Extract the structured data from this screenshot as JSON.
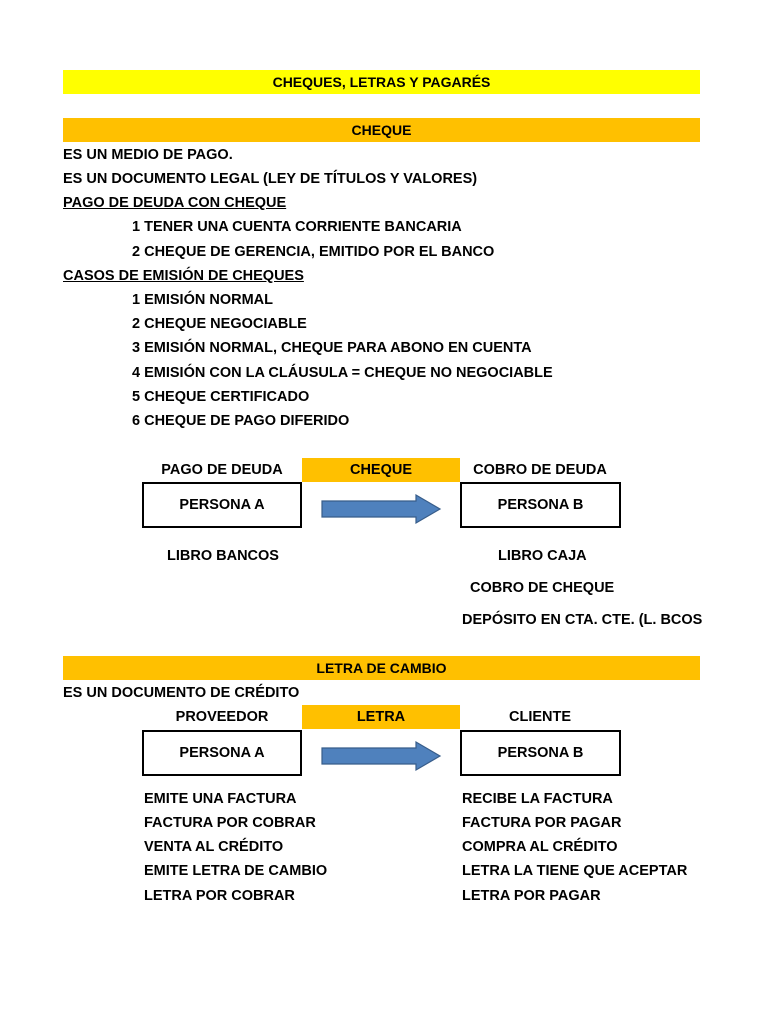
{
  "title": "CHEQUES, LETRAS Y PAGARÉS",
  "cheque": {
    "header": "CHEQUE",
    "lines": [
      "ES UN MEDIO DE PAGO.",
      "ES UN DOCUMENTO LEGAL (LEY DE TÍTULOS Y VALORES)"
    ],
    "pago_heading": "PAGO DE DEUDA CON CHEQUE",
    "pago_items": [
      {
        "n": "1",
        "text": "TENER UNA CUENTA CORRIENTE BANCARIA"
      },
      {
        "n": "2",
        "text": "CHEQUE DE GERENCIA, EMITIDO POR EL BANCO"
      }
    ],
    "casos_heading": "CASOS DE EMISIÓN DE CHEQUES",
    "casos_items": [
      {
        "n": "1",
        "text": "EMISIÓN NORMAL"
      },
      {
        "n": "2",
        "text": "CHEQUE NEGOCIABLE"
      },
      {
        "n": "3",
        "text": "EMISIÓN NORMAL, CHEQUE PARA ABONO EN CUENTA"
      },
      {
        "n": "4",
        "text": "EMISIÓN CON LA CLÁUSULA = CHEQUE NO NEGOCIABLE"
      },
      {
        "n": "5",
        "text": "CHEQUE CERTIFICADO"
      },
      {
        "n": "6",
        "text": "CHEQUE DE PAGO DIFERIDO"
      }
    ],
    "diagram": {
      "left_label": "PAGO DE DEUDA",
      "mid_label": "CHEQUE",
      "right_label": "COBRO DE DEUDA",
      "left_box": "PERSONA A",
      "right_box": "PERSONA B",
      "left_notes": [
        "LIBRO BANCOS"
      ],
      "right_notes": [
        "LIBRO CAJA",
        "COBRO DE CHEQUE",
        "DEPÓSITO EN CTA. CTE. (L. BCOS."
      ]
    }
  },
  "letra": {
    "header": "LETRA DE CAMBIO",
    "line": "ES UN DOCUMENTO DE CRÉDITO",
    "diagram": {
      "left_label": "PROVEEDOR",
      "mid_label": "LETRA",
      "right_label": "CLIENTE",
      "left_box": "PERSONA A",
      "right_box": "PERSONA B",
      "left_notes": [
        "EMITE UNA FACTURA",
        "FACTURA POR COBRAR",
        "VENTA AL CRÉDITO",
        "EMITE LETRA DE CAMBIO",
        "LETRA POR COBRAR"
      ],
      "right_notes": [
        "RECIBE LA FACTURA",
        "FACTURA POR PAGAR",
        "COMPRA AL CRÉDITO",
        "LETRA LA TIENE QUE ACEPTAR",
        "LETRA POR PAGAR"
      ]
    }
  },
  "colors": {
    "title_bar": "#ffff00",
    "section_bar": "#ffc000",
    "arrow_fill": "#4f81bd",
    "arrow_stroke": "#385d8a"
  }
}
